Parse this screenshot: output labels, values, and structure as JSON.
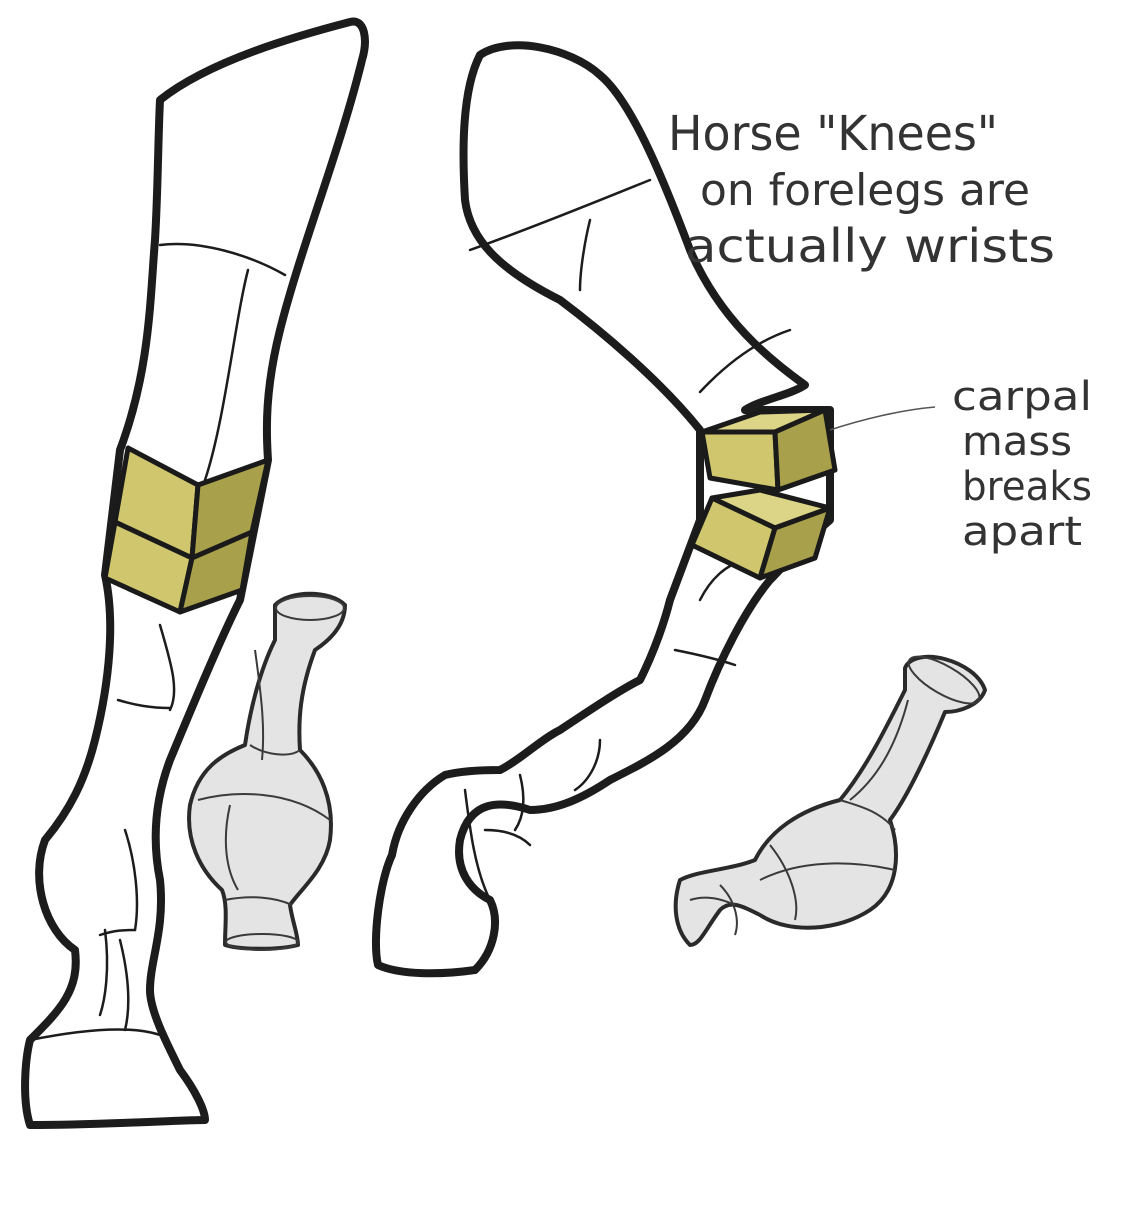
{
  "annotations": {
    "title_line1": "Horse \"Knees\"",
    "title_line2": "on forelegs are",
    "title_line3": "actually wrists",
    "note_line1": "carpal",
    "note_line2": "mass",
    "note_line3": "breaks",
    "note_line4": "apart"
  },
  "colors": {
    "block_fill": "#cfc66e",
    "ink": "#1c1c1c",
    "bone_fill": "#e4e4e4"
  }
}
